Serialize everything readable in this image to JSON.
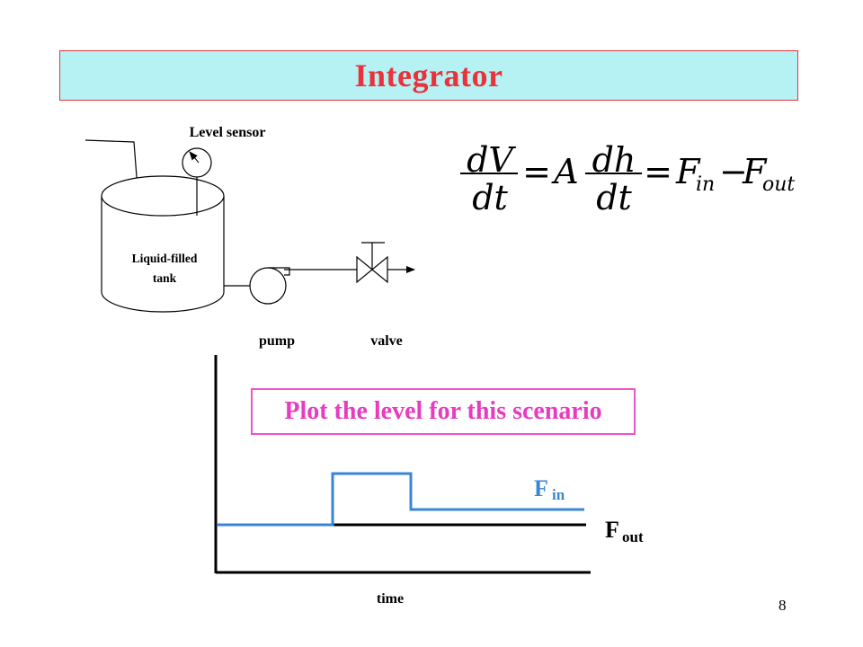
{
  "slide": {
    "title": "Integrator",
    "page_number": "8"
  },
  "diagram": {
    "level_sensor_label": "Level sensor",
    "tank_label_line1": "Liquid-filled",
    "tank_label_line2": "tank",
    "pump_label": "pump",
    "valve_label": "valve"
  },
  "plot": {
    "prompt": "Plot the level for this scenario",
    "fin_label": "F",
    "fin_sub": "in",
    "fout_label": "F",
    "fout_sub": "out",
    "xlabel": "time",
    "fin_color": "#3a86d6",
    "fout_color": "#000000"
  },
  "colors": {
    "title_bg": "#b6f2f3",
    "title_text": "#e8323c",
    "prompt_color": "#e83cc0"
  }
}
